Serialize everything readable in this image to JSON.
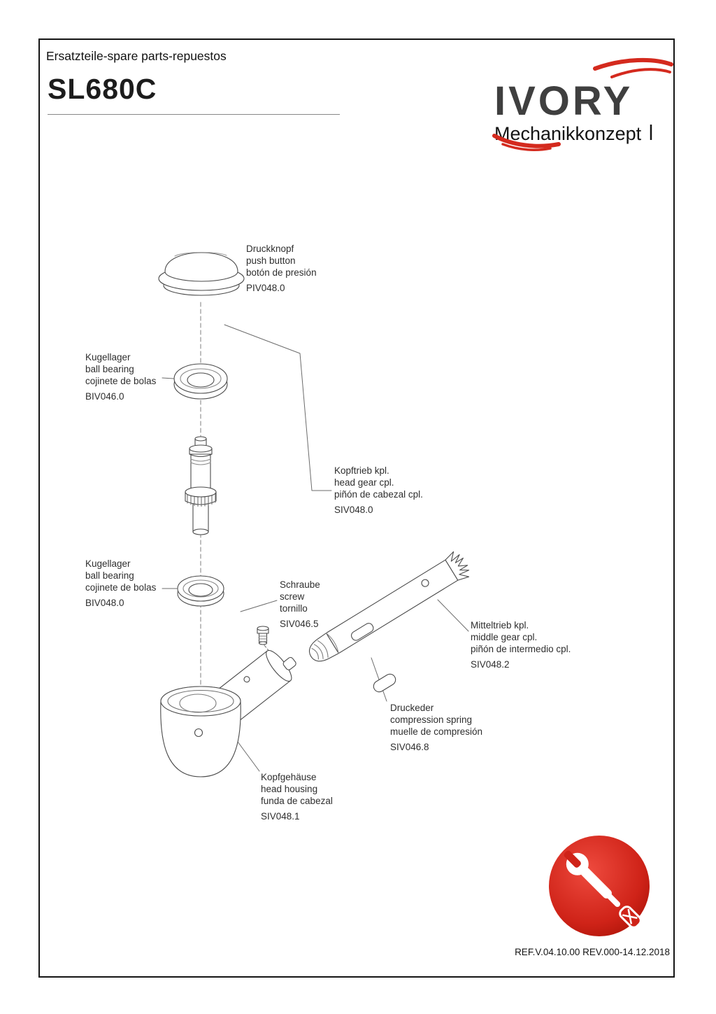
{
  "page": {
    "header": "Ersatzteile-spare parts-repuestos",
    "title": "SL680C",
    "footer_ref": "REF.V.04.10.00 REV.000-14.12.2018"
  },
  "logo": {
    "brand": "IVORY",
    "subtitle": "Mechanikkonzept",
    "accent_color": "#d42a1e",
    "text_color": "#3f3f3f"
  },
  "badge": {
    "color": "#cf2318"
  },
  "parts": [
    {
      "id": "push-button",
      "lines": [
        "Druckknopf",
        "push button",
        "botón de presión"
      ],
      "ref": "PIV048.0"
    },
    {
      "id": "ball-bearing-1",
      "lines": [
        "Kugellager",
        "ball bearing",
        "cojinete de bolas"
      ],
      "ref": "BIV046.0"
    },
    {
      "id": "head-gear",
      "lines": [
        "Kopftrieb kpl.",
        "head gear cpl.",
        "piñón de cabezal cpl."
      ],
      "ref": "SIV048.0"
    },
    {
      "id": "ball-bearing-2",
      "lines": [
        "Kugellager",
        "ball bearing",
        "cojinete de bolas"
      ],
      "ref": "BIV048.0"
    },
    {
      "id": "screw",
      "lines": [
        "Schraube",
        "screw",
        "tornillo"
      ],
      "ref": "SIV046.5"
    },
    {
      "id": "middle-gear",
      "lines": [
        "Mitteltrieb kpl.",
        "middle gear cpl.",
        "piñón de intermedio cpl."
      ],
      "ref": "SIV048.2"
    },
    {
      "id": "compression-spring",
      "lines": [
        "Druckeder",
        "compression spring",
        "muelle de compresión"
      ],
      "ref": "SIV046.8"
    },
    {
      "id": "head-housing",
      "lines": [
        "Kopfgehäuse",
        "head housing",
        "funda de cabezal"
      ],
      "ref": "SIV048.1"
    }
  ]
}
